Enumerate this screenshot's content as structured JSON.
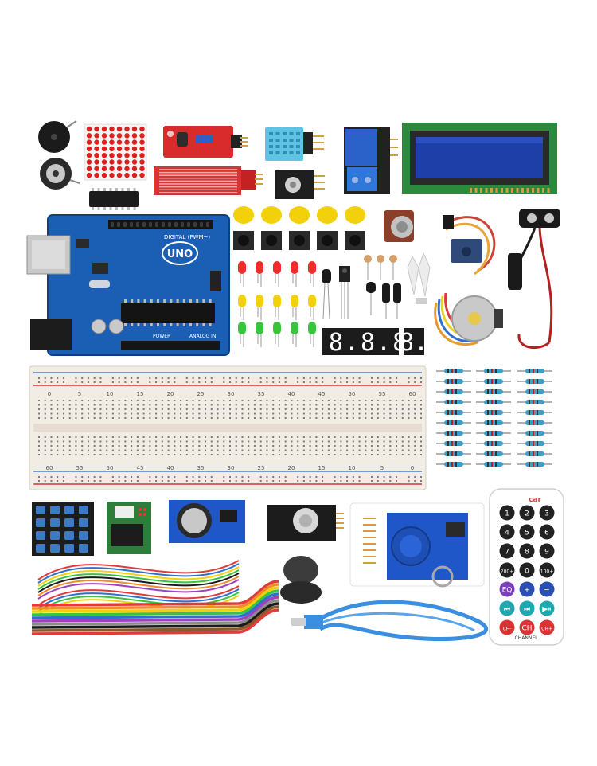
{
  "board": {
    "brand": "UNO",
    "digital_label": "DIGITAL (PWM~)",
    "power_label": "POWER",
    "analog_label": "ANALOG IN"
  },
  "seven_segment": {
    "four_digit": "8.8.8.8.",
    "single_digit": "8."
  },
  "breadboard": {
    "top_numbers": [
      "0",
      "5",
      "10",
      "15",
      "20",
      "25",
      "30",
      "35",
      "40",
      "45",
      "50",
      "55",
      "60"
    ],
    "bottom_numbers": [
      "60",
      "55",
      "50",
      "45",
      "40",
      "35",
      "30",
      "25",
      "20",
      "15",
      "10",
      "5",
      "0"
    ]
  },
  "remote": {
    "brand": "car",
    "keys": [
      "1",
      "2",
      "3",
      "4",
      "5",
      "6",
      "7",
      "8",
      "9",
      "200+",
      "0",
      "100+",
      "EQ",
      "+",
      "−",
      "⏮",
      "⏭",
      "▶⏸",
      "CH-",
      "CH",
      "CH+"
    ],
    "channel_label": "CHANNEL"
  },
  "colors": {
    "arduino_blue": "#1a5fb4",
    "lcd_blue": "#1e3fa8",
    "pcb_red": "#d92b2b",
    "relay_blue": "#2a62c9",
    "rfid_blue": "#1f57c9",
    "cable_blue": "#3b8fe0"
  }
}
